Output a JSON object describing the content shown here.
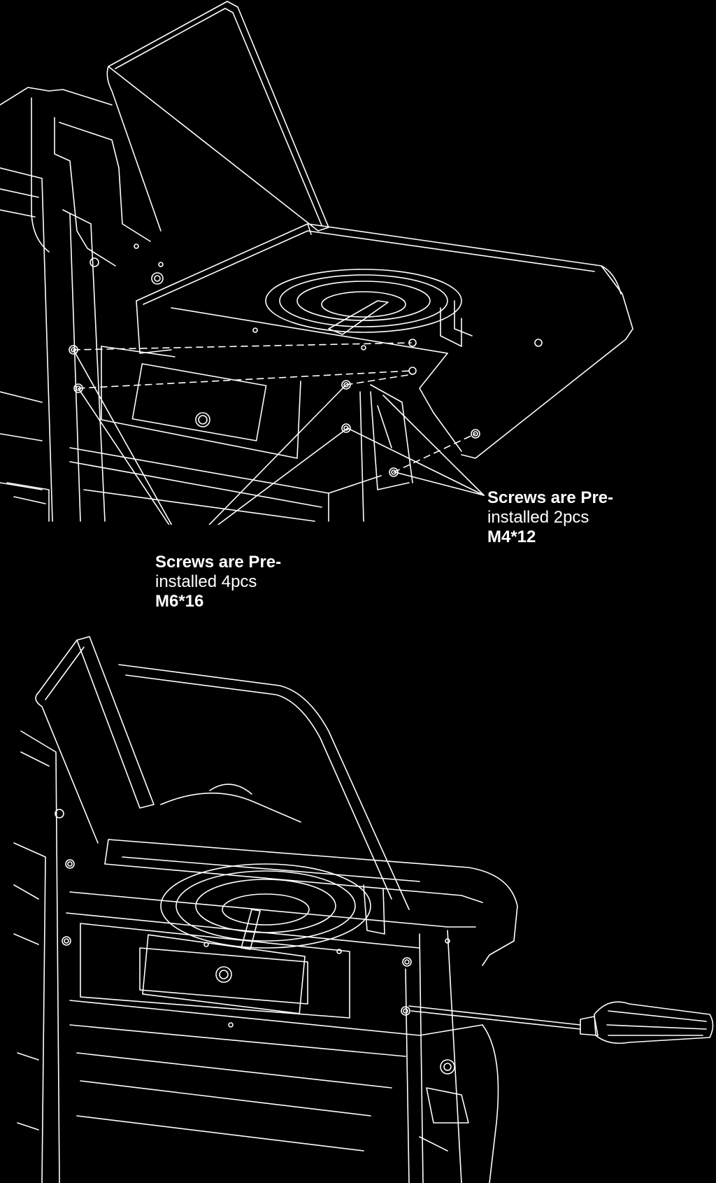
{
  "colors": {
    "background": "#000000",
    "line": "#ffffff"
  },
  "callouts": {
    "m4": {
      "line1": "Screws are Pre-",
      "line2": "installed  2pcs",
      "line3": "M4*12"
    },
    "m6": {
      "line1": "Screws are Pre-",
      "line2": "installed  4pcs",
      "line3": "M6*16"
    }
  },
  "icons": {
    "screwdriver": "screwdriver-icon"
  }
}
